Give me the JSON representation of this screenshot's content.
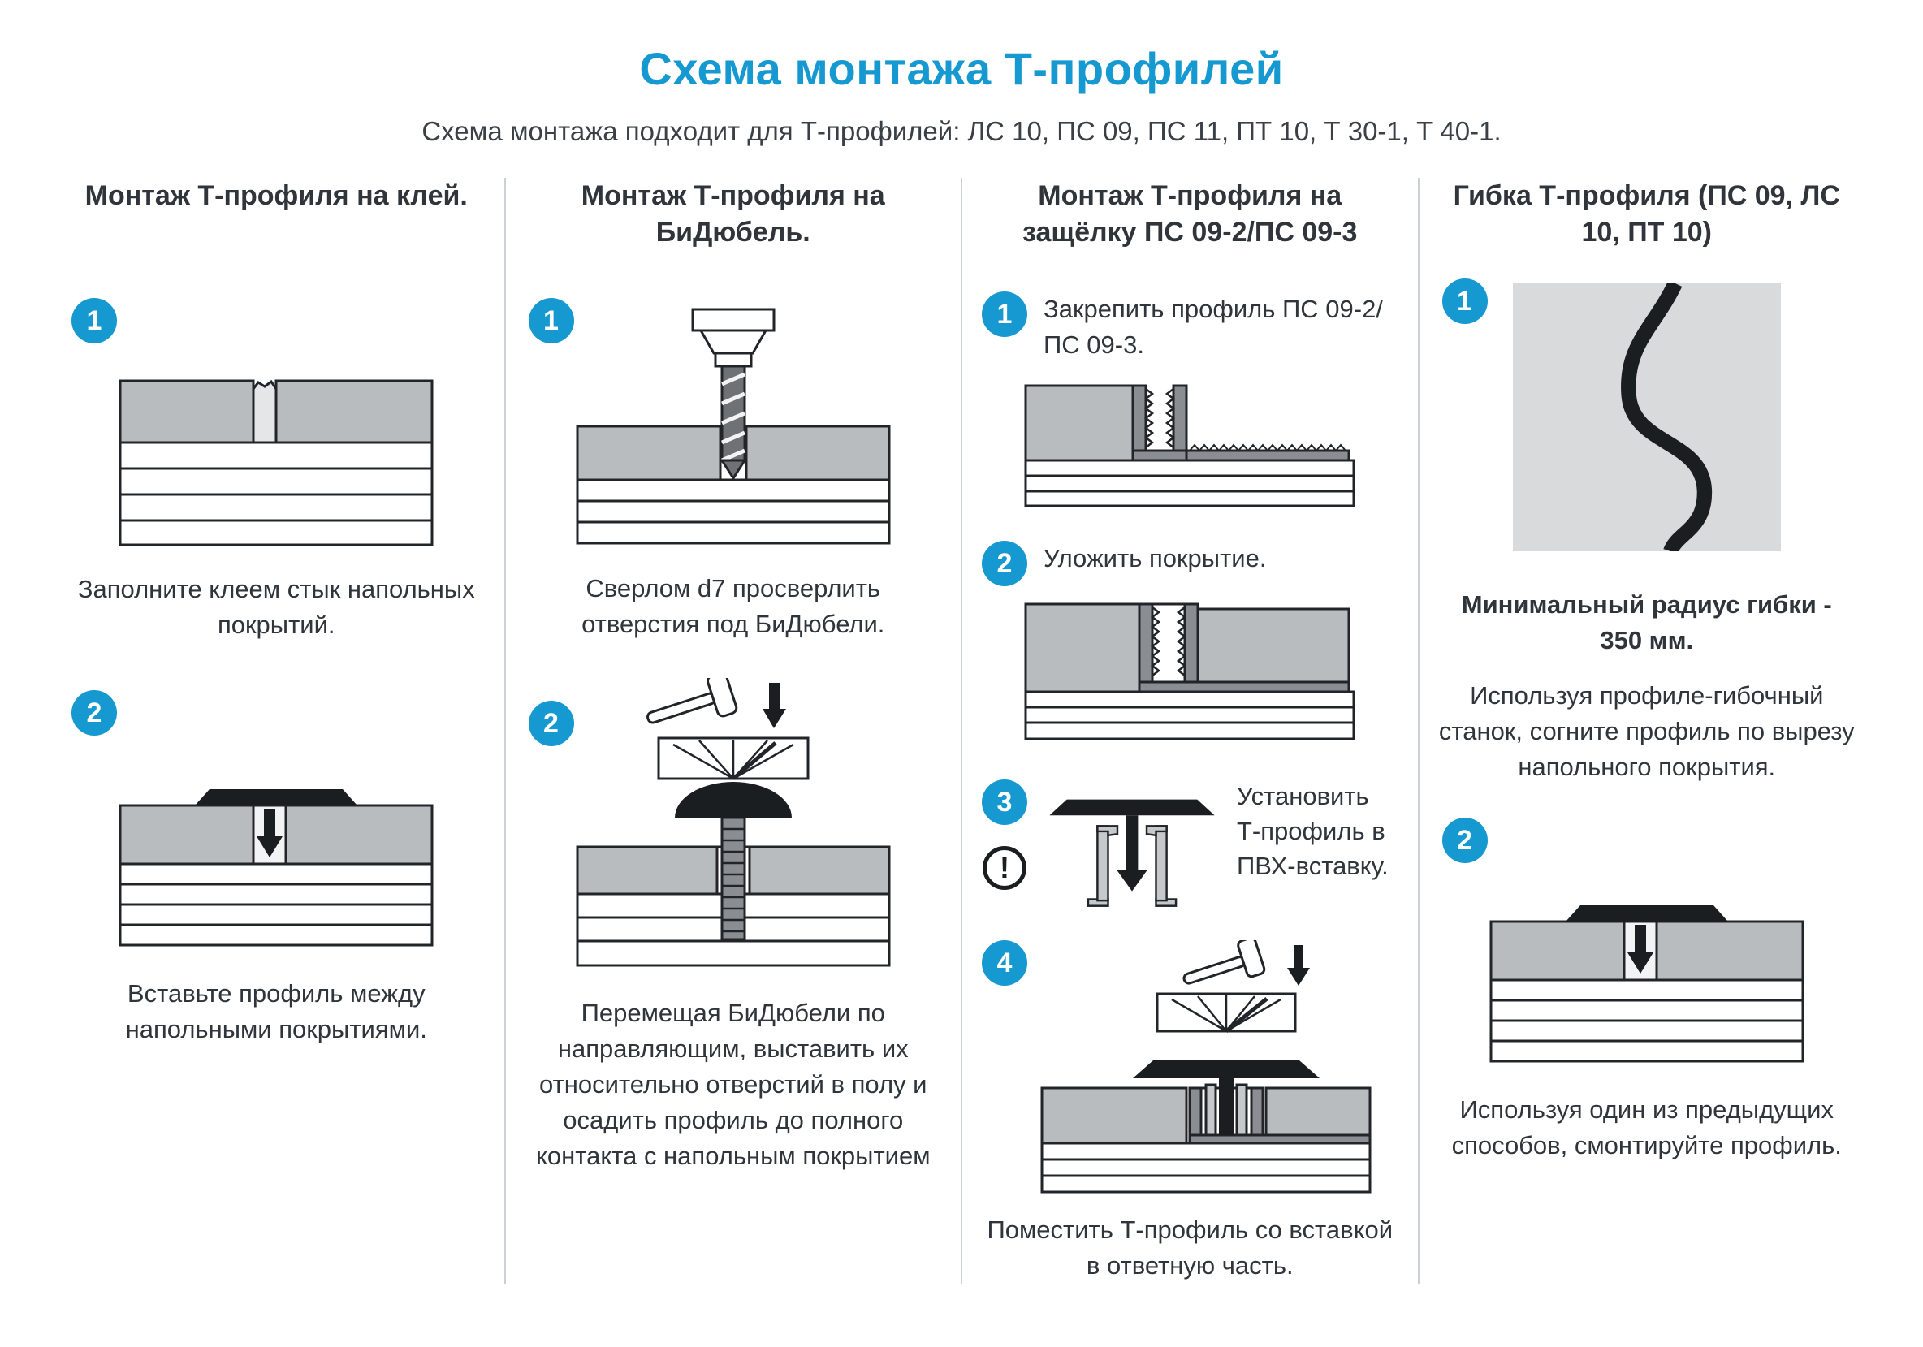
{
  "page": {
    "title": "Схема монтажа Т-профилей",
    "subtitle": "Схема монтажа подходит для Т-профилей: ЛС 10, ПС 09, ПС 11, ПТ 10, Т 30-1, Т 40-1."
  },
  "colors": {
    "accent": "#1699D1",
    "text": "#2F353B",
    "floor_gray": "#B9BCBF",
    "light_gray": "#D9DADC",
    "outline": "#212529"
  },
  "icons": {
    "step_badge": "numbered-circle",
    "warning": "exclamation-circle",
    "hammer": "hammer-icon",
    "drill": "drill-bit-icon",
    "arrow_down": "down-arrow-icon"
  },
  "columns": [
    {
      "heading": "Монтаж Т-профиля на клей.",
      "steps": [
        {
          "number": "1",
          "caption": "Заполните клеем стык напольных покрытий."
        },
        {
          "number": "2",
          "caption": "Вставьте профиль между напольными покрытиями."
        }
      ]
    },
    {
      "heading": "Монтаж Т-профиля на БиДюбель.",
      "steps": [
        {
          "number": "1",
          "caption": "Сверлом d7 просверлить отверстия под БиДюбели."
        },
        {
          "number": "2",
          "caption": "Перемещая БиДюбели по направляющим, выставить их относительно отверстий в полу и осадить профиль до полного контакта с напольным покрытием"
        }
      ]
    },
    {
      "heading": "Монтаж Т-профиля на защёлку ПС 09-2/ПС 09-3",
      "steps": [
        {
          "number": "1",
          "caption": "Закрепить профиль ПС 09-2/ПС 09-3."
        },
        {
          "number": "2",
          "caption": "Уложить покрытие."
        },
        {
          "number": "3",
          "caption": "Установить Т-профиль в ПВХ-вставку.",
          "warning_symbol": "!"
        },
        {
          "number": "4",
          "caption": "Поместить Т-профиль со вставкой в ответную часть."
        }
      ]
    },
    {
      "heading": "Гибка Т-профиля (ПС 09, ЛС 10, ПТ 10)",
      "steps": [
        {
          "number": "1",
          "caption_bold": "Минимальный радиус гибки - 350 мм.",
          "caption": "Используя профиле-гибочный станок, согните профиль по вырезу напольного покрытия."
        },
        {
          "number": "2",
          "caption": "Используя один из предыдущих способов, смонтируйте профиль."
        }
      ]
    }
  ]
}
